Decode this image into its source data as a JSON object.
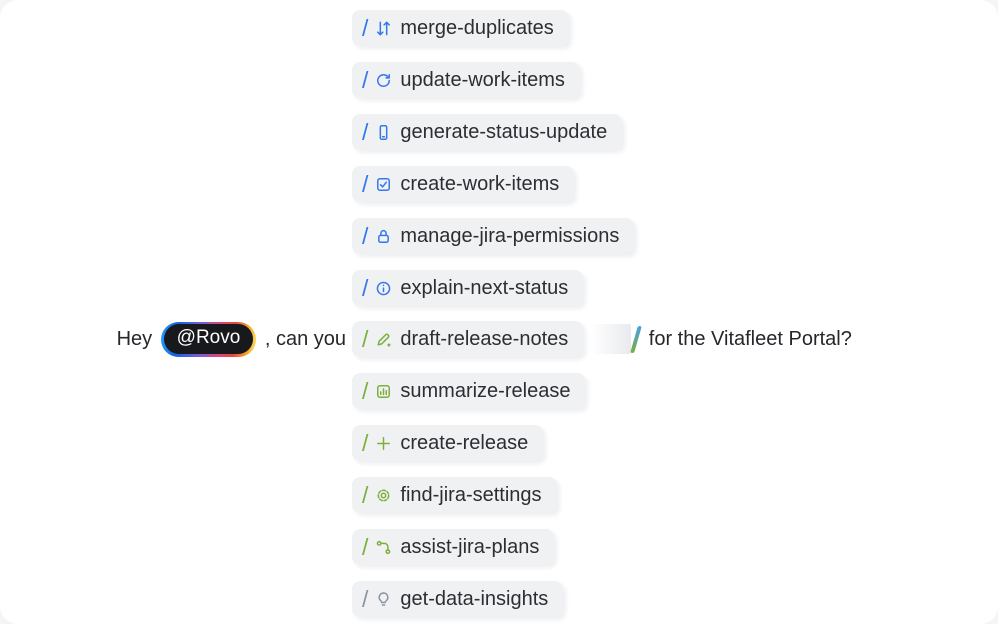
{
  "page": {
    "background": "#ffffff"
  },
  "colors": {
    "blue": "#3377EB",
    "green": "#7CAF3C",
    "gray": "#8C95A3",
    "pill_bg": "#F0F1F3",
    "text": "#2B2E33",
    "mention_bg": "#17191D",
    "mention_text": "#FFFFFF"
  },
  "sentence": {
    "prefix": "Hey",
    "mention": "@Rovo",
    "middle": ", can you",
    "suffix": "for the Vitafleet Portal?",
    "row_index": 6
  },
  "commands": [
    {
      "label": "merge-duplicates",
      "icon": "merge-arrows-icon",
      "color": "blue"
    },
    {
      "label": "update-work-items",
      "icon": "refresh-icon",
      "color": "blue"
    },
    {
      "label": "generate-status-update",
      "icon": "phone-icon",
      "color": "blue"
    },
    {
      "label": "create-work-items",
      "icon": "checkbox-icon",
      "color": "blue"
    },
    {
      "label": "manage-jira-permissions",
      "icon": "lock-icon",
      "color": "blue"
    },
    {
      "label": "explain-next-status",
      "icon": "info-icon",
      "color": "blue"
    },
    {
      "label": "draft-release-notes",
      "icon": "pencil-icon",
      "color": "green"
    },
    {
      "label": "summarize-release",
      "icon": "bar-chart-icon",
      "color": "green"
    },
    {
      "label": "create-release",
      "icon": "plus-icon",
      "color": "green"
    },
    {
      "label": "find-jira-settings",
      "icon": "gear-icon",
      "color": "green"
    },
    {
      "label": "assist-jira-plans",
      "icon": "flow-nodes-icon",
      "color": "green"
    },
    {
      "label": "get-data-insights",
      "icon": "lightbulb-icon",
      "color": "gray"
    }
  ]
}
